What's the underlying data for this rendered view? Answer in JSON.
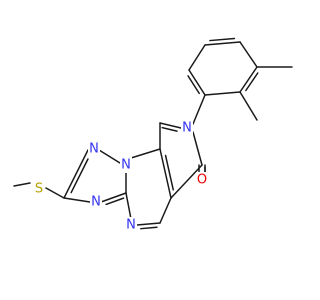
{
  "molecule": {
    "atoms": {
      "n_triazole_1": {
        "label": "N",
        "color": "#3333ee"
      },
      "n_triazole_2": {
        "label": "N",
        "color": "#3333ee"
      },
      "n_triazole_3": {
        "label": "N",
        "color": "#3333ee"
      },
      "n_ring_pyrimidine": {
        "label": "N",
        "color": "#3333ee"
      },
      "n_ring_pyridinone": {
        "label": "N",
        "color": "#3333ee"
      },
      "sulfur": {
        "label": "S",
        "color": "#b3a300"
      },
      "oxygen": {
        "label": "O",
        "color": "#ee0000"
      }
    }
  }
}
